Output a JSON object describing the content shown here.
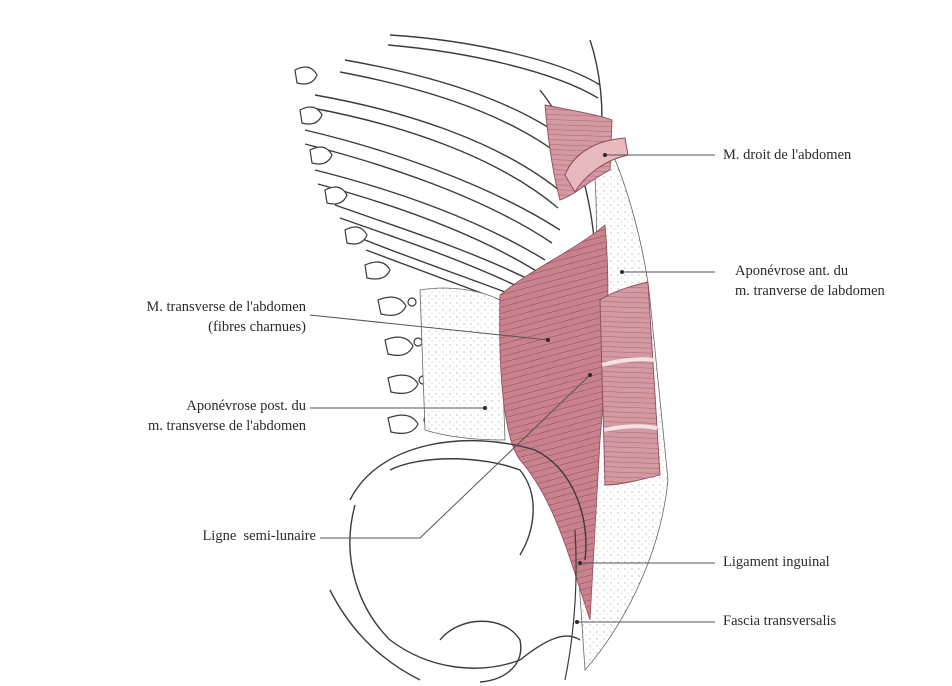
{
  "colors": {
    "muscle": "#c9828d",
    "muscle_light": "#e7b9bf",
    "muscle_dark": "#8f4a57",
    "bone_outline": "#3b3b3b",
    "leader_line": "#555555",
    "label_text": "#2a2a2a"
  },
  "labels": {
    "droit": "M. droit de l'abdomen",
    "apo_ant_1": "Aponévrose ant. du",
    "apo_ant_2": "m. tranverse de labdomen",
    "transverse_1": "M. transverse de l'abdomen",
    "transverse_2": "(fibres charnues)",
    "apo_post_1": "Aponévrose post. du",
    "apo_post_2": "m. transverse de l'abdomen",
    "ligne": "Ligne  semi-lunaire",
    "ligament": "Ligament inguinal",
    "fascia": "Fascia transversalis"
  }
}
